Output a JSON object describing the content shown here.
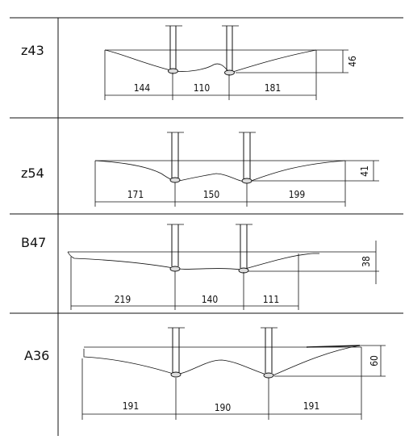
{
  "sections": [
    {
      "label": "z43",
      "height": "46",
      "segments": [
        "144",
        "110",
        "181"
      ]
    },
    {
      "label": "z54",
      "height": "41",
      "segments": [
        "171",
        "150",
        "199"
      ]
    },
    {
      "label": "B47",
      "height": "38",
      "segments": [
        "219",
        "140",
        "111"
      ]
    },
    {
      "label": "A36",
      "height": "60",
      "segments": [
        "191",
        "190",
        "191"
      ]
    }
  ]
}
